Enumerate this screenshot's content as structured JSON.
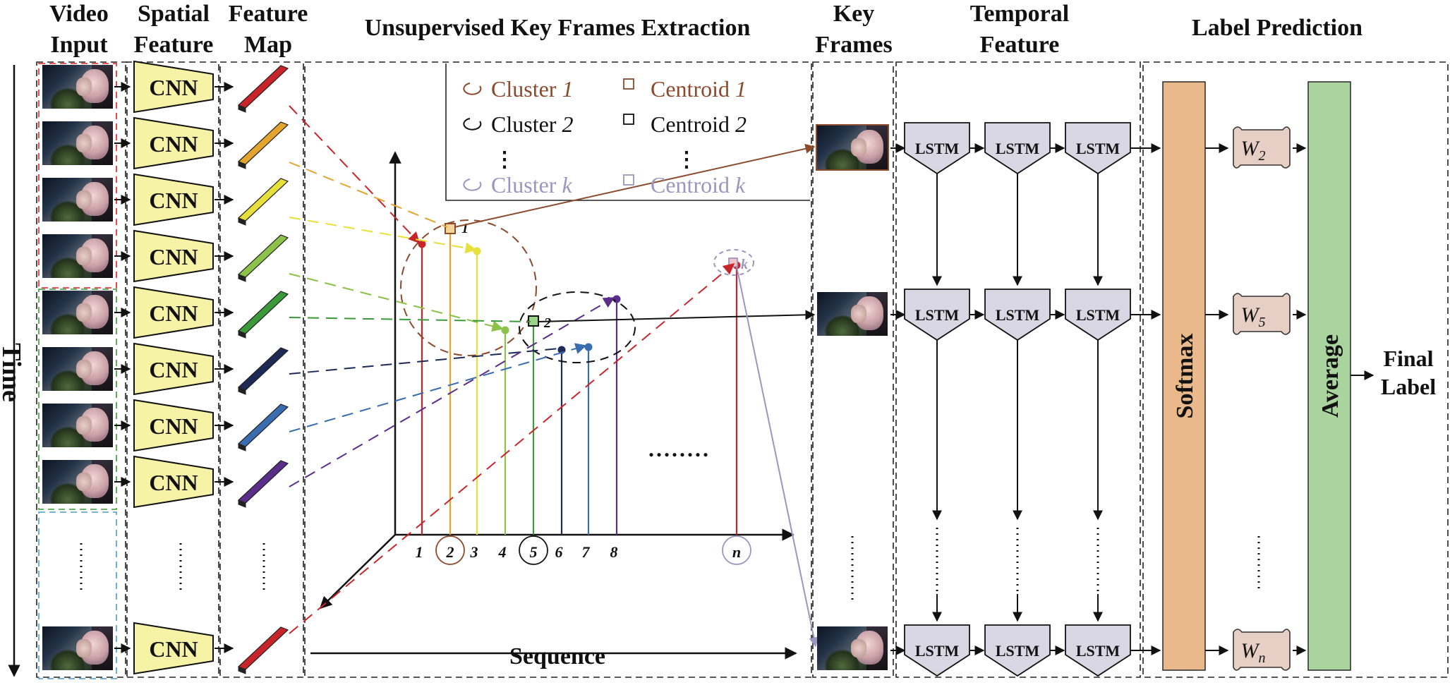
{
  "headers": {
    "video_input": "Video\nInput",
    "spatial_feature": "Spatial\nFeature",
    "feature_map": "Feature\nMap",
    "unsupervised": "Unsupervised Key Frames Extraction",
    "key_frames": "Key\nFrames",
    "temporal_feature": "Temporal\nFeature",
    "label_prediction": "Label Prediction"
  },
  "time_label": "Time",
  "cnn_label": "CNN",
  "lstm_label": "LSTM",
  "softmax_label": "Softmax",
  "average_label": "Average",
  "final_label": "Final\nLabel",
  "sequence_label": "Sequence",
  "dots_label": "........",
  "weights": [
    {
      "base": "W",
      "sub": "2"
    },
    {
      "base": "W",
      "sub": "5"
    },
    {
      "base": "W",
      "sub": "n"
    }
  ],
  "legend": [
    {
      "cluster": "Cluster",
      "cluster_num": "1",
      "centroid": "Centroid",
      "centroid_num": "1",
      "color": "#8b4a2b"
    },
    {
      "cluster": "Cluster",
      "cluster_num": "2",
      "centroid": "Centroid",
      "centroid_num": "2",
      "color": "#111111"
    },
    {
      "cluster": "Cluster",
      "cluster_num": "k",
      "centroid": "Centroid",
      "centroid_num": "k",
      "color": "#9b96c0"
    }
  ],
  "axis_ticks": [
    "1",
    "2",
    "3",
    "4",
    "5",
    "6",
    "7",
    "8",
    "n"
  ],
  "centroid_tags": [
    "1",
    "2",
    "k"
  ],
  "colors": {
    "cnn_fill": "#f7f3a6",
    "lstm_fill": "#d9d7e3",
    "softmax_fill": "#e9b98c",
    "average_fill": "#a9d49d",
    "weight_fill": "#e7cfc6",
    "cluster1": "#8b4a2b",
    "cluster2": "#111111",
    "clusterk": "#9b96c0",
    "red": "#c8252b",
    "orange": "#e3a52d",
    "yellow": "#e8e03a",
    "lightgreen": "#8cc24a",
    "green": "#3a9a3a",
    "navy": "#1c2a55",
    "blue": "#3a6db0",
    "purple": "#5a2d8a"
  }
}
